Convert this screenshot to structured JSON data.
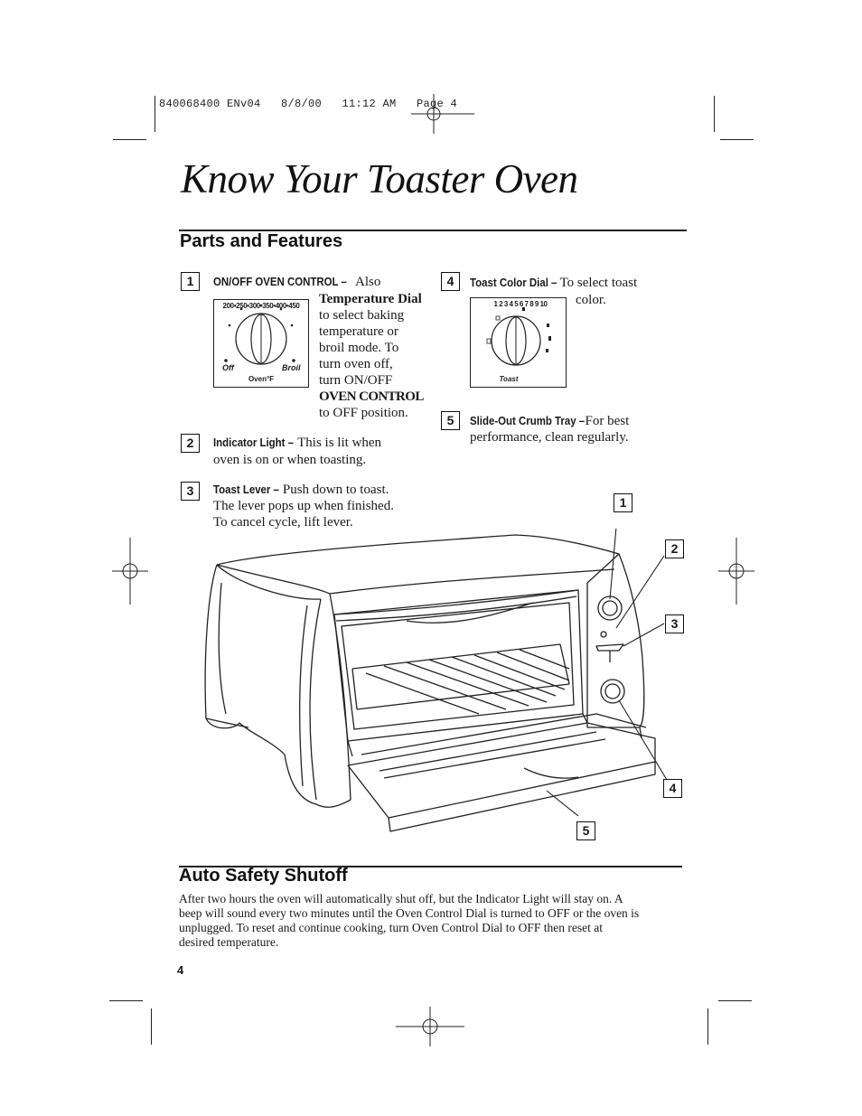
{
  "header": {
    "print_line": "840068400 ENv04   8/8/00   11:12 AM   Page 4"
  },
  "page_title": "Know Your Toaster Oven",
  "parts": {
    "heading": "Parts and Features",
    "items": [
      {
        "number": "1",
        "label": "ON/OFF OVEN CONTROL –",
        "desc_lead": " Also",
        "desc_lines": [
          {
            "text": "Temperature Dial",
            "bold": true
          },
          {
            "text": "to select baking",
            "bold": false
          },
          {
            "text": "temperature or",
            "bold": false
          },
          {
            "text": "broil mode. To",
            "bold": false
          },
          {
            "text": "turn oven off,",
            "bold": false
          },
          {
            "text": "turn ON/OFF",
            "bold": false
          },
          {
            "text": "OVEN CONTROL",
            "bold": true
          },
          {
            "text": "to OFF position.",
            "bold": false
          }
        ],
        "dial": {
          "scale": "200•250•300•350•400•450",
          "off": "Off",
          "broil": "Broil",
          "caption": "Oven°F"
        }
      },
      {
        "number": "2",
        "label": "Indicator Light –",
        "desc_lines": [
          "This is lit when",
          "oven is on or when toasting."
        ]
      },
      {
        "number": "3",
        "label": "Toast Lever –",
        "desc_lines": [
          "Push down to toast.",
          "The lever pops up when finished.",
          "To cancel cycle, lift lever."
        ]
      },
      {
        "number": "4",
        "label": "Toast Color Dial –",
        "desc_lines": [
          "To select toast",
          "color."
        ],
        "dial": {
          "scale": "1 2 3 4 5 6 7 8 9 10",
          "caption": "Toast"
        }
      },
      {
        "number": "5",
        "label": "Slide-Out Crumb Tray –",
        "desc_lines": [
          "For best",
          "performance, clean regularly."
        ]
      }
    ]
  },
  "callouts": [
    "1",
    "2",
    "3",
    "4",
    "5"
  ],
  "auto_shutoff": {
    "heading": "Auto Safety Shutoff",
    "lines": [
      "After two hours the oven will automatically shut off, but the Indicator Light will stay on. A",
      "beep will sound every two minutes until the Oven Control Dial is turned to OFF or the oven is",
      "unplugged. To reset and continue cooking, turn Oven Control Dial to OFF then reset at",
      "desired temperature."
    ]
  },
  "footer": {
    "page_number": "4"
  }
}
